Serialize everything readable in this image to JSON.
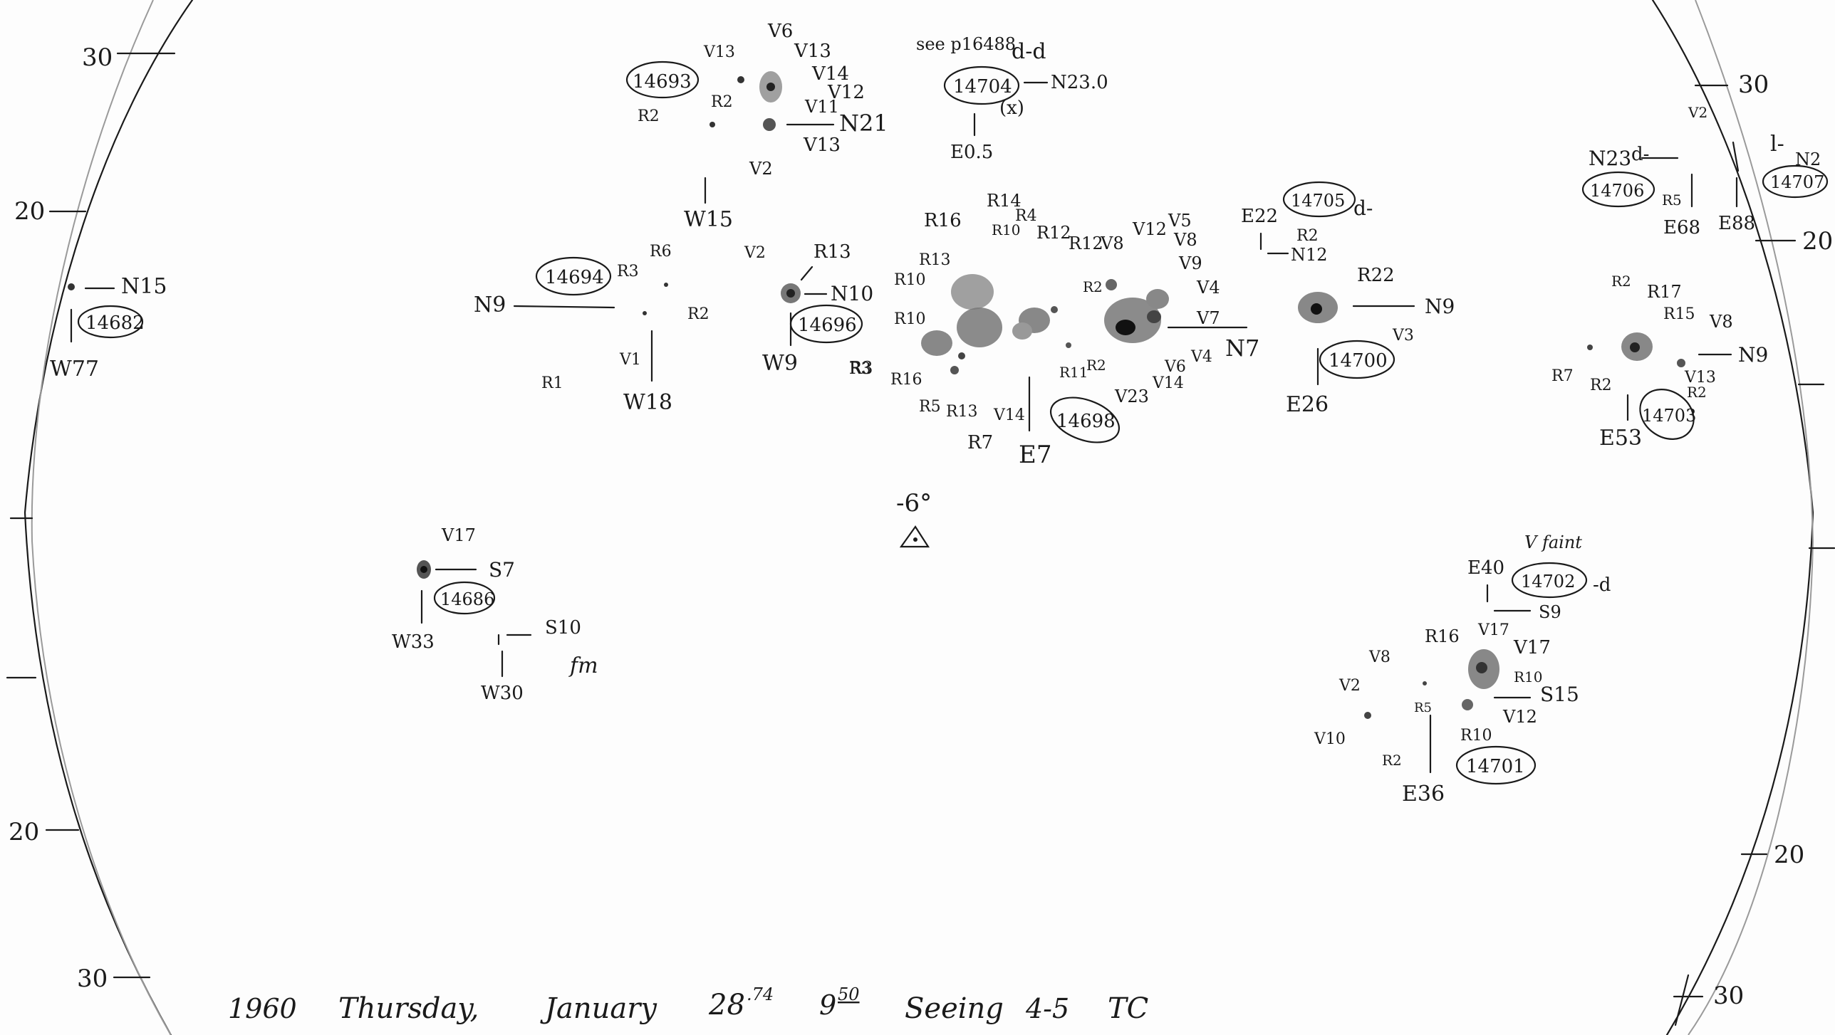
{
  "title_line": {
    "year": "1960",
    "weekday": "Thursday,",
    "month": "January",
    "day": "28",
    "day_fraction": ".74",
    "time_hour": "9",
    "time_min": "50",
    "seeing_label": "Seeing",
    "seeing_value": "4-5",
    "observer": "TC"
  },
  "center_mark": "-6°",
  "scale": {
    "left_top_30": "30",
    "left_top_20": "20",
    "left_bottom_20": "20",
    "left_bottom_30": "30",
    "right_top_30": "30",
    "right_top_20": "20",
    "right_bottom_20": "20",
    "right_bottom_30": "30"
  },
  "regions": [
    {
      "id": "14682",
      "lat": "N15",
      "lon": "W77"
    },
    {
      "id": "14693",
      "lat": "N21",
      "lon": "W15",
      "labels": [
        "V6",
        "V13",
        "V13",
        "V14",
        "V12",
        "V11",
        "V13",
        "R2",
        "R2",
        "V2"
      ]
    },
    {
      "id": "14704",
      "lat": "N23.0",
      "lon": "E0.5",
      "note": "see p16488",
      "class": "d-d",
      "extra": "(x)"
    },
    {
      "id": "14694",
      "lat": "N9",
      "lon": "W18",
      "labels": [
        "R3",
        "R6",
        "R2",
        "V2",
        "R1",
        "V1"
      ]
    },
    {
      "id": "14696",
      "lat": "N10",
      "lon": "W9",
      "labels": [
        "R13",
        "R3"
      ]
    },
    {
      "id": "14698",
      "lat": "N7",
      "lon": "E7",
      "labels": [
        "R16",
        "R14",
        "R10",
        "R4",
        "R13",
        "R12",
        "R12",
        "R10",
        "V8",
        "V12",
        "V5",
        "V8",
        "V9",
        "R2",
        "V4",
        "V7",
        "R10",
        "R16",
        "R3",
        "R5",
        "R13",
        "R7",
        "V14",
        "R11",
        "R2",
        "V23",
        "V14",
        "V6",
        "V4"
      ]
    },
    {
      "id": "14705",
      "lat": "N12",
      "lon": "E22",
      "class": "d-",
      "labels": [
        "R2"
      ]
    },
    {
      "id": "14700",
      "lat": "N9",
      "lon": "E26",
      "labels": [
        "R22",
        "V3"
      ]
    },
    {
      "id": "14706",
      "lat": "N23",
      "lon": "E68",
      "class": "d-",
      "labels": [
        "V2",
        "R5"
      ]
    },
    {
      "id": "14707",
      "lat": "N2",
      "lon": "E88",
      "class": "l-"
    },
    {
      "id": "14703",
      "lat": "N9",
      "lon": "E53",
      "labels": [
        "R2",
        "R17",
        "R15",
        "V8",
        "R7",
        "R2",
        "V13",
        "R2"
      ]
    },
    {
      "id": "14686",
      "lat": "S7",
      "lon": "W33",
      "labels": [
        "V17"
      ]
    },
    {
      "id": "",
      "lat": "S10",
      "lon": "W30",
      "note": "fm"
    },
    {
      "id": "14702",
      "lat": "S9",
      "lon": "E40",
      "class": "-d",
      "note": "V faint"
    },
    {
      "id": "14701",
      "lat": "S15",
      "lon": "E36",
      "labels": [
        "R16",
        "V17",
        "V17",
        "V8",
        "V2",
        "R10",
        "V10",
        "R5",
        "V12",
        "R2",
        "R10"
      ]
    }
  ]
}
